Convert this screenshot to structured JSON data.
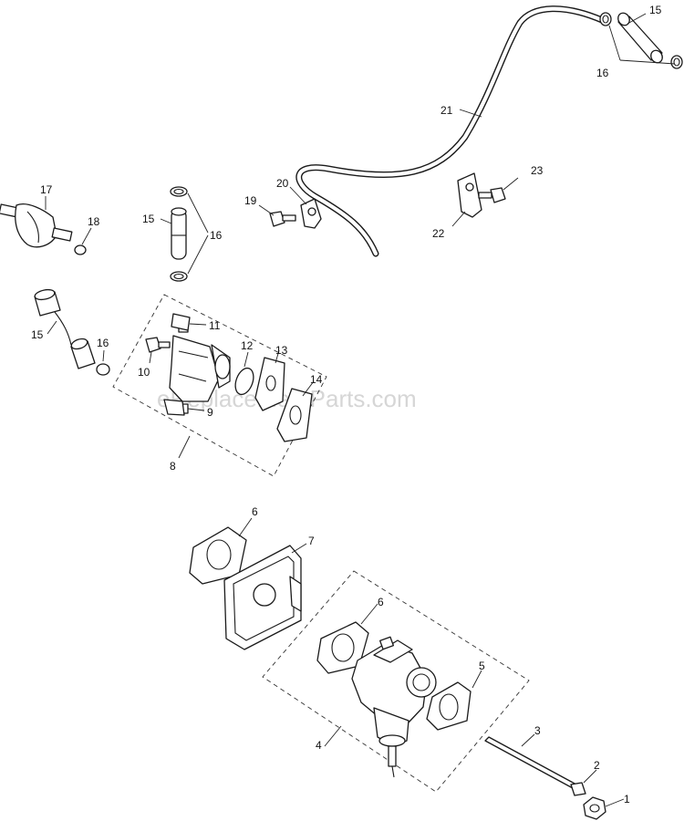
{
  "watermark": "eReplacementParts.com",
  "labels": {
    "p1": "1",
    "p2": "2",
    "p3": "3",
    "p4": "4",
    "p5": "5",
    "p6a": "6",
    "p6b": "6",
    "p7": "7",
    "p8": "8",
    "p9": "9",
    "p10": "10",
    "p11": "11",
    "p12": "12",
    "p13": "13",
    "p14": "14",
    "p15a": "15",
    "p15b": "15",
    "p15c": "15",
    "p16a": "16",
    "p16b": "16",
    "p16c": "16",
    "p17": "17",
    "p18": "18",
    "p19": "19",
    "p20": "20",
    "p21": "21",
    "p22": "22",
    "p23": "23"
  }
}
